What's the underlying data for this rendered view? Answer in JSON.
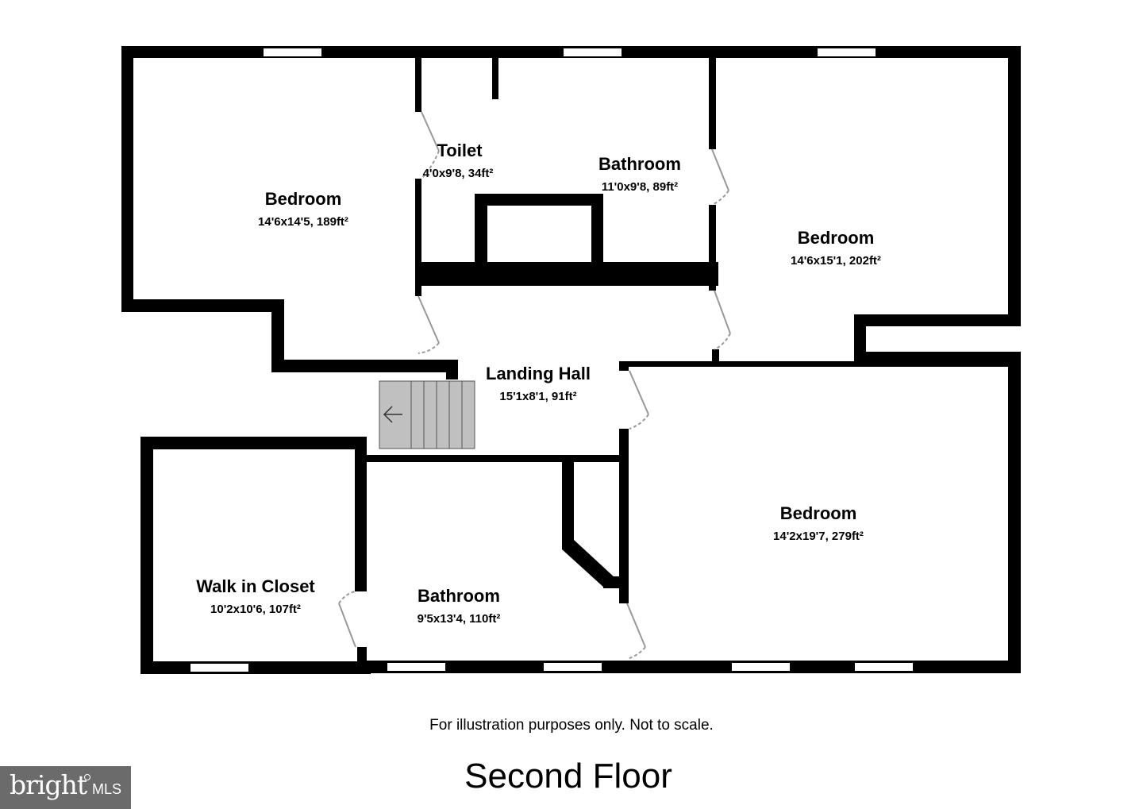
{
  "rooms": {
    "bedroom_nw": {
      "name": "Bedroom",
      "dims": "14'6x14'5, 189ft²"
    },
    "toilet": {
      "name": "Toilet",
      "dims": "4'0x9'8, 34ft²"
    },
    "bathroom_n": {
      "name": "Bathroom",
      "dims": "11'0x9'8, 89ft²"
    },
    "bedroom_ne": {
      "name": "Bedroom",
      "dims": "14'6x15'1, 202ft²"
    },
    "landing": {
      "name": "Landing Hall",
      "dims": "15'1x8'1, 91ft²"
    },
    "bedroom_se": {
      "name": "Bedroom",
      "dims": "14'2x19'7, 279ft²"
    },
    "closet": {
      "name": "Walk in Closet",
      "dims": "10'2x10'6, 107ft²"
    },
    "bathroom_s": {
      "name": "Bathroom",
      "dims": "9'5x13'4, 110ft²"
    }
  },
  "footer": {
    "disclaimer": "For illustration purposes only. Not to scale.",
    "title": "Second Floor"
  },
  "logo": {
    "brand": "bright",
    "suffix": "MLS"
  },
  "colors": {
    "wall": "#000000",
    "stairs": "#c0c0c0",
    "door_swing": "#999999",
    "logo_bg": "#6b6b6b"
  },
  "icons": {
    "stairs_direction": "arrow-left-icon"
  }
}
